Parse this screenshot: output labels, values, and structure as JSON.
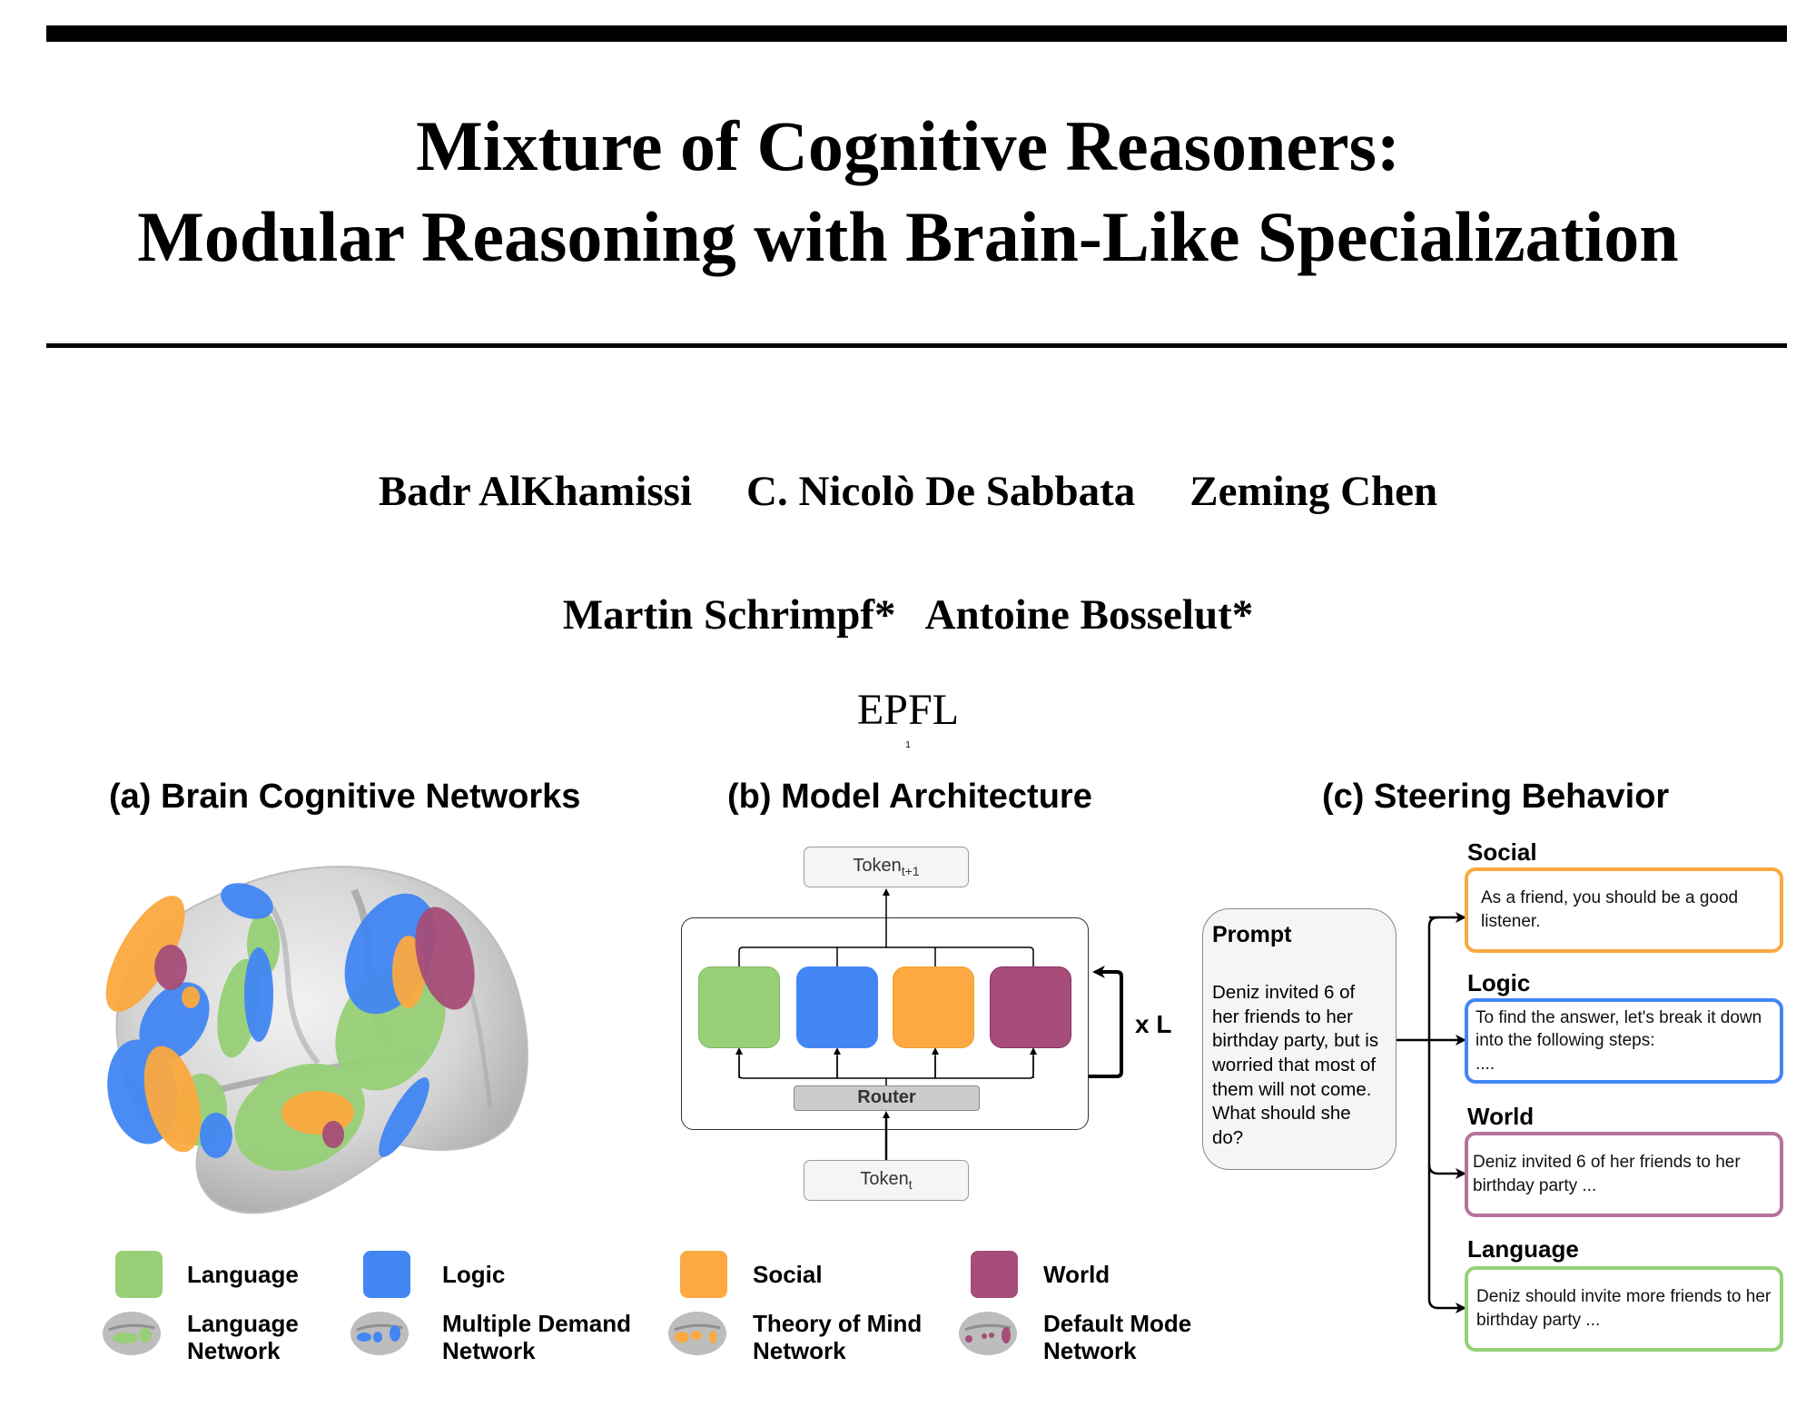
{
  "header": {
    "title_line1": "Mixture of Cognitive Reasoners:",
    "title_line2": "Modular Reasoning with Brain-Like Specialization"
  },
  "authors": {
    "row1": [
      "Badr AlKhamissi",
      "C. Nicolò De Sabbata",
      "Zeming Chen"
    ],
    "row2": [
      "Martin Schrimpf*",
      "Antoine Bosselut*"
    ],
    "affiliation": "EPFL",
    "affiliation_mark": "1"
  },
  "figure": {
    "panel_a": {
      "heading": "(a) Brain Cognitive Networks",
      "image_description": "brain-surface-with-network-overlays"
    },
    "panel_b": {
      "heading": "(b) Model Architecture",
      "output_token": {
        "base": "Token",
        "sub": "t+1"
      },
      "input_token": {
        "base": "Token",
        "sub": "t"
      },
      "router_label": "Router",
      "repeat_label": "x L",
      "experts": [
        "Language",
        "Logic",
        "Social",
        "World"
      ]
    },
    "panel_c": {
      "heading": "(c) Steering Behavior",
      "prompt_title": "Prompt",
      "prompt_text": "Deniz invited 6 of her friends to her birthday party, but is worried that most of them will not come. What should she do?",
      "responses": [
        {
          "label": "Social",
          "text": "As a friend, you should be a good listener.",
          "color": "#FBA940"
        },
        {
          "label": "Logic",
          "text": "To find the answer, let's break it down into the following steps:",
          "extra": "....",
          "color": "#4286F4"
        },
        {
          "label": "World",
          "text": "Deniz invited 6 of her friends to her birthday party ...",
          "color": "#B5739D"
        },
        {
          "label": "Language",
          "text": "Deniz should invite more friends to her birthday party ...",
          "color": "#97D077"
        }
      ]
    },
    "legend": [
      {
        "expert": "Language",
        "network_line1": "Language",
        "network_line2": "Network",
        "color": "#97D077"
      },
      {
        "expert": "Logic",
        "network_line1": "Multiple Demand",
        "network_line2": "Network",
        "color": "#4286F4"
      },
      {
        "expert": "Social",
        "network_line1": "Theory of Mind",
        "network_line2": "Network",
        "color": "#FBA940"
      },
      {
        "expert": "World",
        "network_line1": "Default Mode",
        "network_line2": "Network",
        "color": "#A64D79"
      }
    ]
  },
  "colors": {
    "language": "#97D077",
    "logic": "#4286F4",
    "social": "#FBA940",
    "world": "#A64D79"
  }
}
